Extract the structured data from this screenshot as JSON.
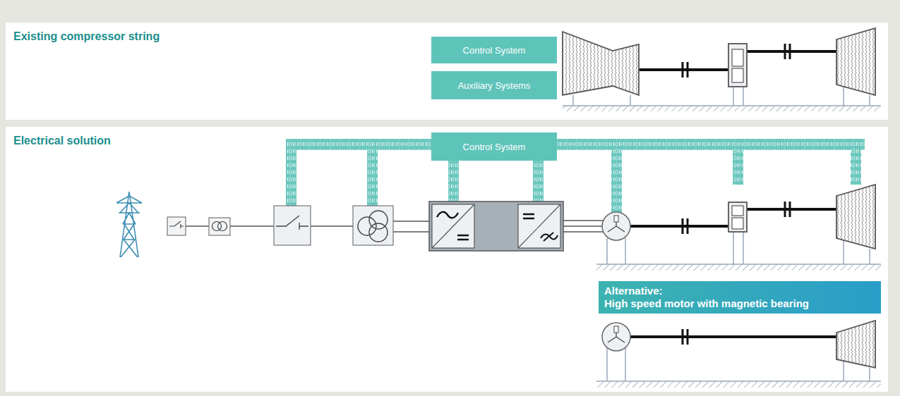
{
  "diagram": {
    "nodes": [
      {
        "text": [
          "Existing compressor string"
        ]
      },
      {
        "text": [
          "Control System"
        ],
        "in": 0
      },
      {
        "text": [
          "Auxiliary Systems"
        ],
        "in": 0
      },
      {
        "text": [
          "Electrical solution"
        ]
      },
      {
        "text": [
          "Control System"
        ],
        "in": 3
      },
      {
        "text": [
          "Alternative:",
          "High speed motor with magnetic bearing"
        ],
        "in": 3
      }
    ]
  }
}
